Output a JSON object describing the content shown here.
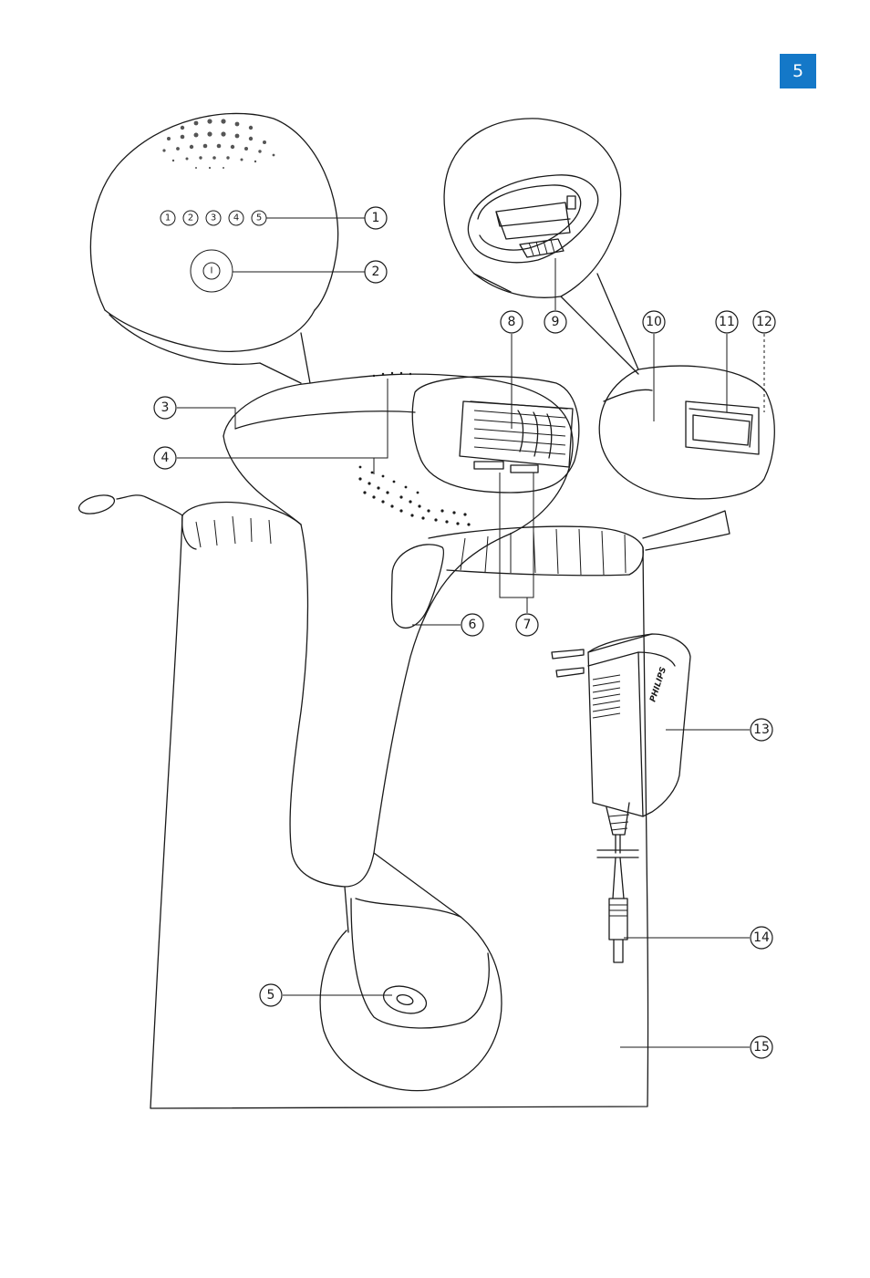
{
  "page_number": "5",
  "colors": {
    "badge": "#1478c8",
    "line": "#1a1a1a"
  },
  "intensity_levels": [
    "1",
    "2",
    "3",
    "4",
    "5"
  ],
  "power_symbol": "I",
  "brand_text": "PHILIPS",
  "callouts": [
    "1",
    "2",
    "3",
    "4",
    "5",
    "6",
    "7",
    "8",
    "9",
    "10",
    "11",
    "12",
    "13",
    "14",
    "15"
  ]
}
